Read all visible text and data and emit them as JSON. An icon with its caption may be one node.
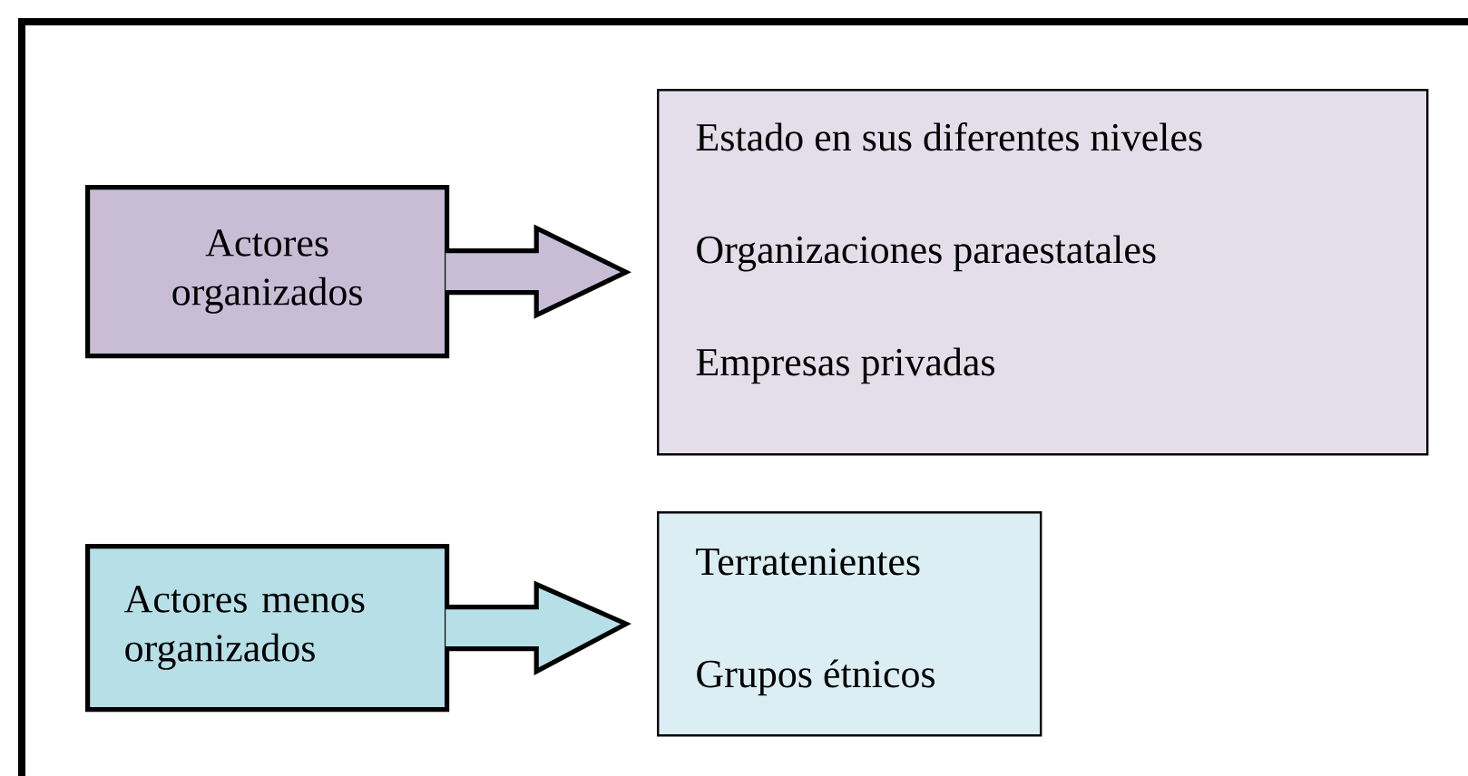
{
  "diagram": {
    "nodes": [
      {
        "text": [
          "Actores organizados"
        ]
      },
      {
        "text": [
          "Estado en sus diferentes niveles",
          "Organizaciones paraestatales",
          "Empresas privadas"
        ]
      },
      {
        "text": [
          "Actores menos organizados"
        ]
      },
      {
        "text": [
          "Terratenientes",
          "Grupos étnicos"
        ]
      }
    ],
    "edges": [
      {
        "from": 0,
        "to": 1,
        "arrow": "to"
      },
      {
        "from": 2,
        "to": 3,
        "arrow": "to"
      }
    ]
  }
}
